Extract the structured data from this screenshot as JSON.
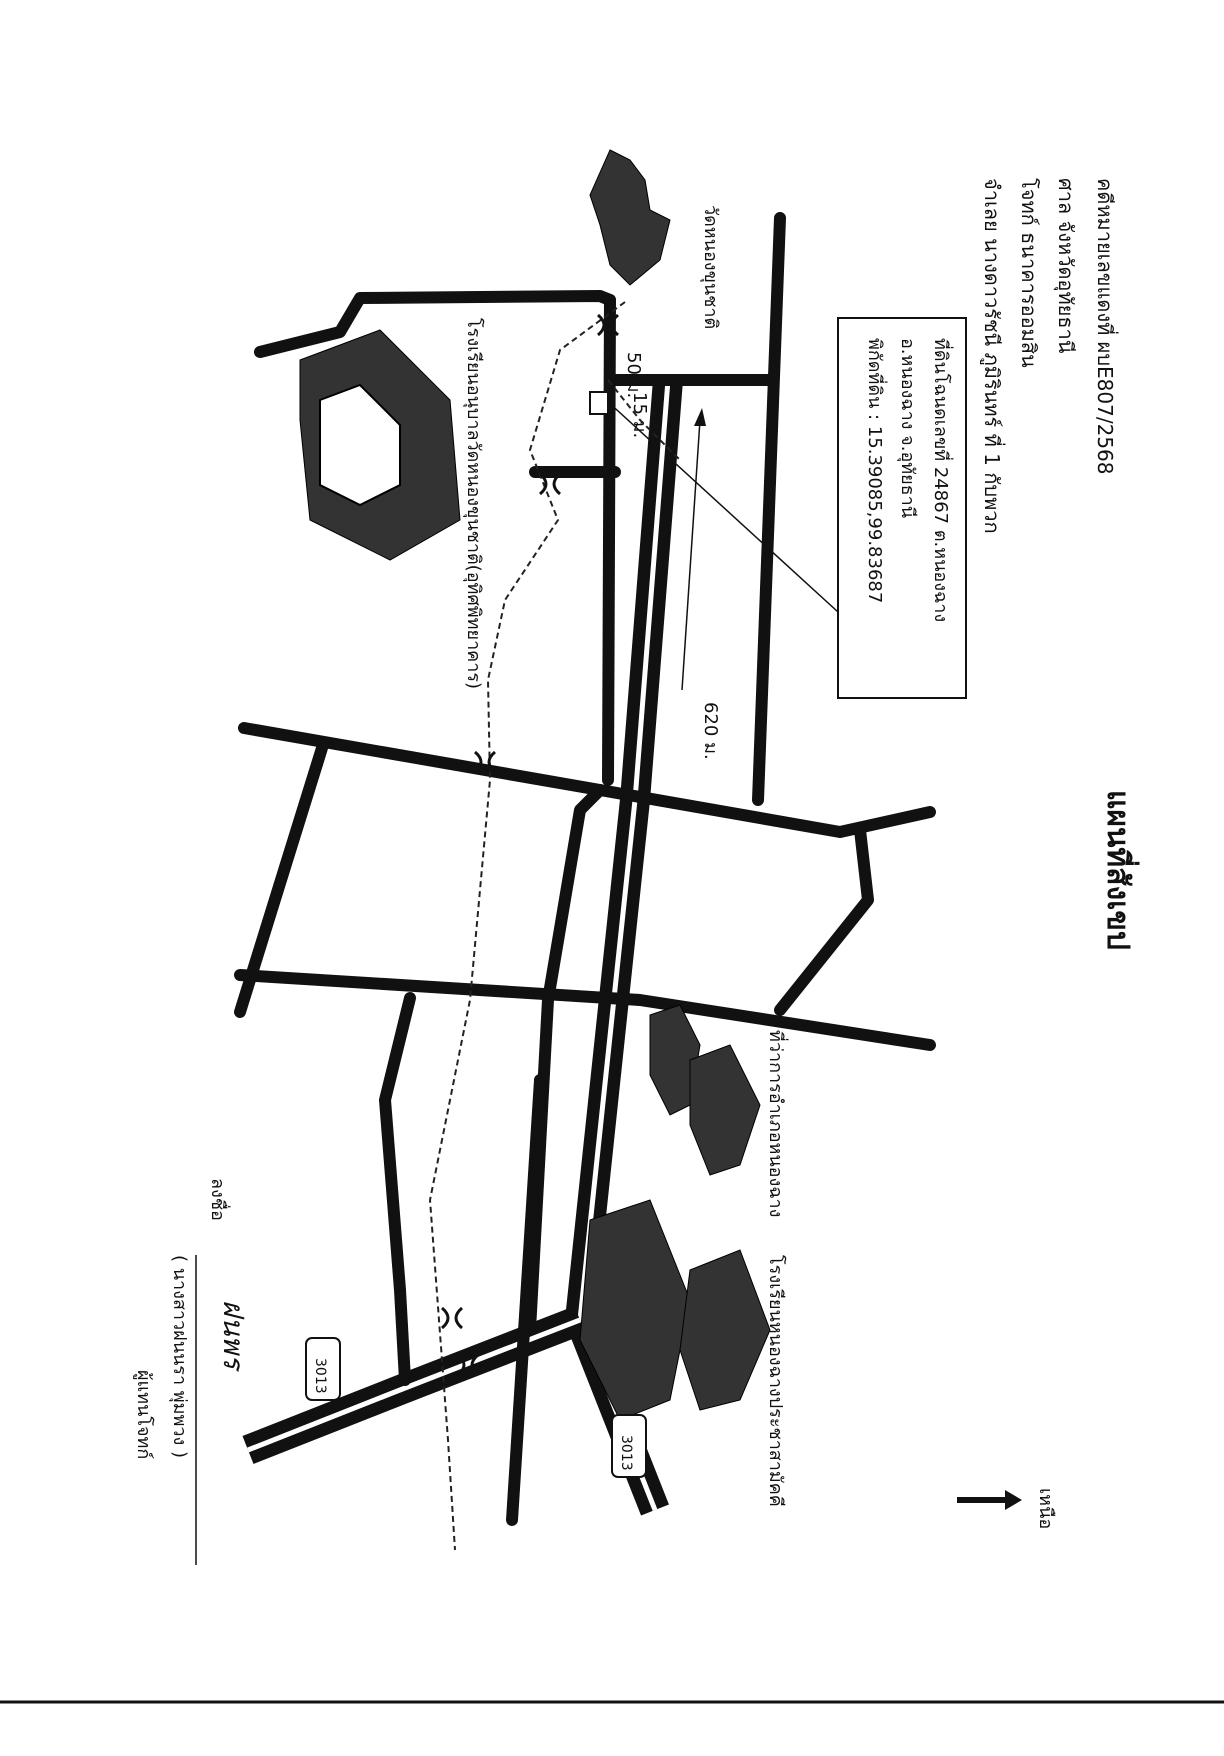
{
  "header": {
    "case_no": "คดีหมายเลขแดงที่   ผบE807/2568",
    "court": "ศาล   จังหวัดอุทัยธานี",
    "plaintiff": "โจทก์   ธนาคารออมสิน",
    "defendant": "จำเลย   นางดาวรัชนี  ภูมิรินทร์  ที่ 1 กับพวก"
  },
  "map_title": "แผนที่สังเขป",
  "north_label": "เหนือ",
  "info_box": {
    "line1": "ที่ดินโฉนดเลขที่  24867  ต.หนองฉาง",
    "line2": "อ.หนองฉาง   จ.อุทัยธานี",
    "line3": "พิกัดที่ดิน : 15.39085,99.83687"
  },
  "distances": {
    "d50": "50 ม.",
    "d15": "15 ม.",
    "d620": "620 ม."
  },
  "landmarks": {
    "temple": "วัดหนองขุนชาติ",
    "school_ban": "โรงเรียนอนุบาลวัดหนองขุนชาติ(อุทิศพิทยาคาร)",
    "district_office": "ที่ว่าการอำเภอหนองฉาง",
    "school_pracha": "โรงเรียนหนองฉางประชาสามัคคี"
  },
  "route_shields": [
    "3013",
    "3013"
  ],
  "signature": {
    "label": "ลงชื่อ",
    "handwritten": "ฝนพร",
    "name": "(  นางสาวฝนนรา  พุ่มพวง  )",
    "role": "ผู้แทนโจทก์"
  }
}
